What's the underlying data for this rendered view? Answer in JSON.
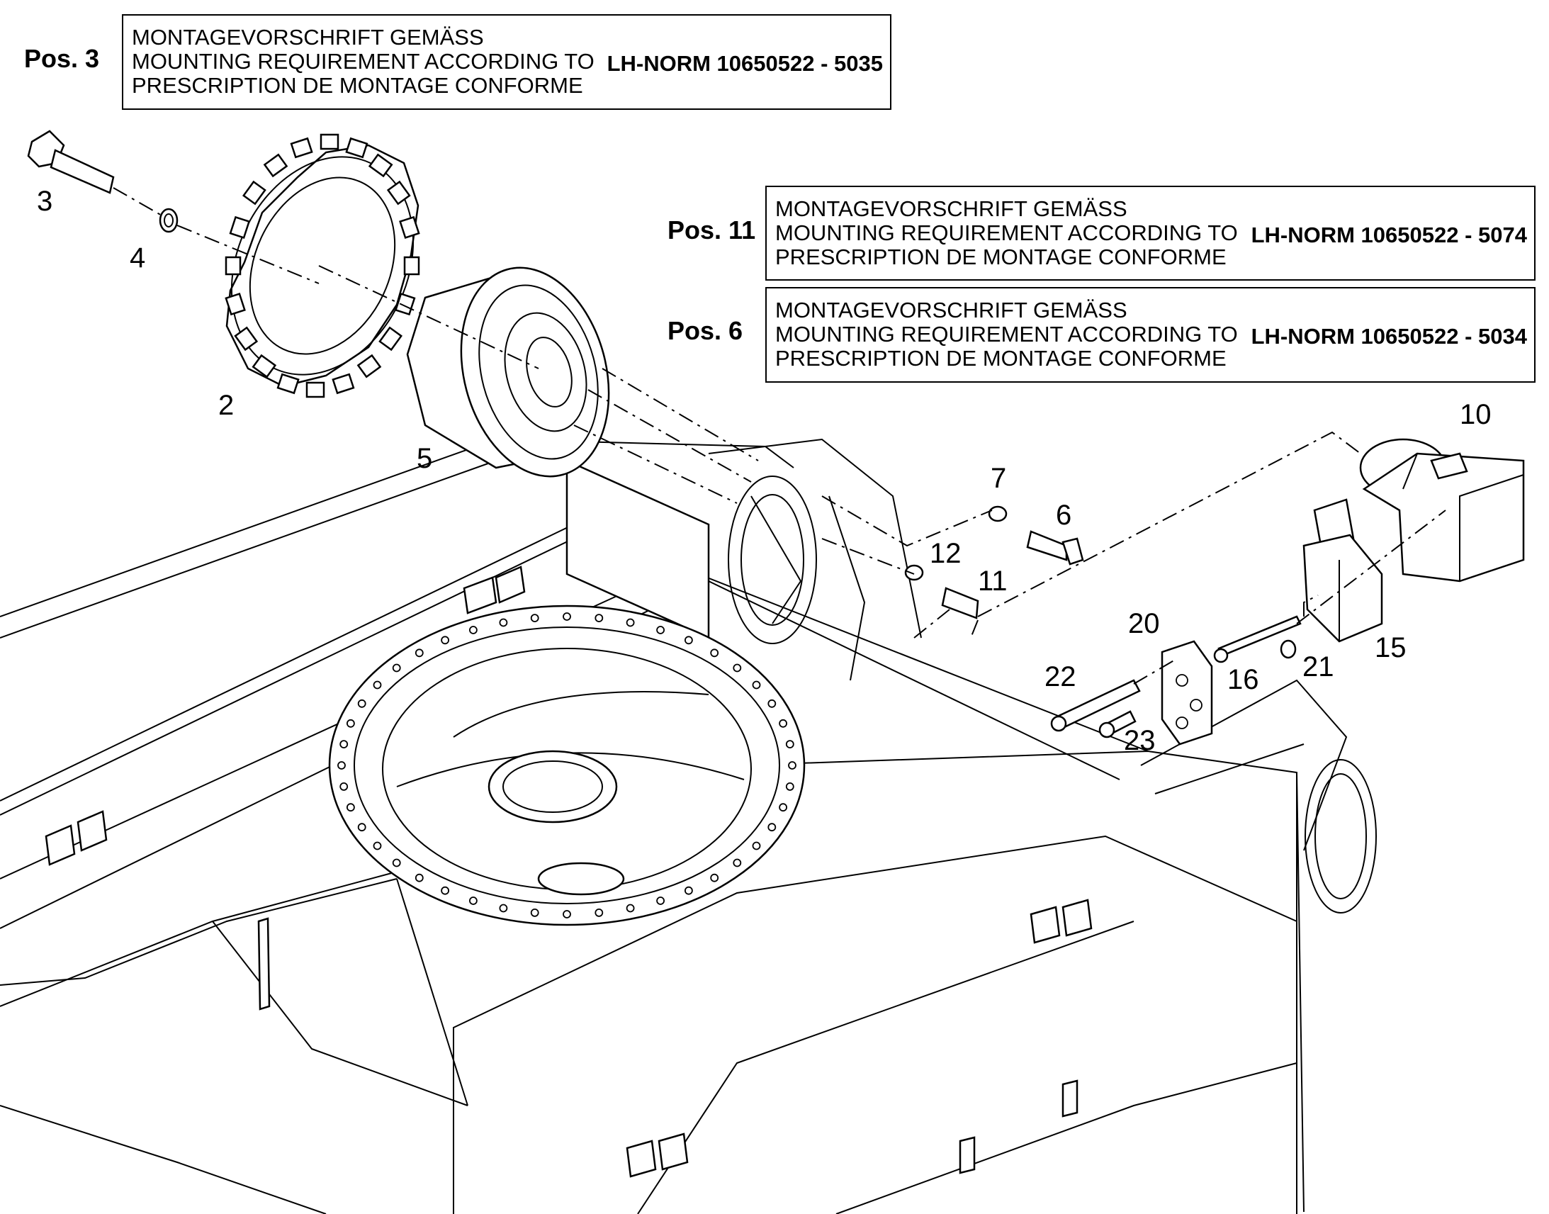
{
  "notes": [
    {
      "pos": "Pos. 3",
      "lines": [
        "MONTAGEVORSCHRIFT GEMÄSS",
        "MOUNTING REQUIREMENT ACCORDING TO",
        "PRESCRIPTION DE MONTAGE CONFORME"
      ],
      "norm": "LH-NORM 10650522 - 5035"
    },
    {
      "pos": "Pos. 11",
      "lines": [
        "MONTAGEVORSCHRIFT GEMÄSS",
        "MOUNTING REQUIREMENT ACCORDING TO",
        "PRESCRIPTION DE MONTAGE CONFORME"
      ],
      "norm": "LH-NORM 10650522 - 5074"
    },
    {
      "pos": "Pos. 6",
      "lines": [
        "MONTAGEVORSCHRIFT GEMÄSS",
        "MOUNTING REQUIREMENT ACCORDING TO",
        "PRESCRIPTION DE MONTAGE CONFORME"
      ],
      "norm": "LH-NORM 10650522 - 5034"
    }
  ],
  "callouts": {
    "c3": "3",
    "c4": "4",
    "c2": "2",
    "c5": "5",
    "c10": "10",
    "c7": "7",
    "c6": "6",
    "c12": "12",
    "c11": "11",
    "c20": "20",
    "c15": "15",
    "c22": "22",
    "c16": "16",
    "c21": "21",
    "c23": "23"
  }
}
